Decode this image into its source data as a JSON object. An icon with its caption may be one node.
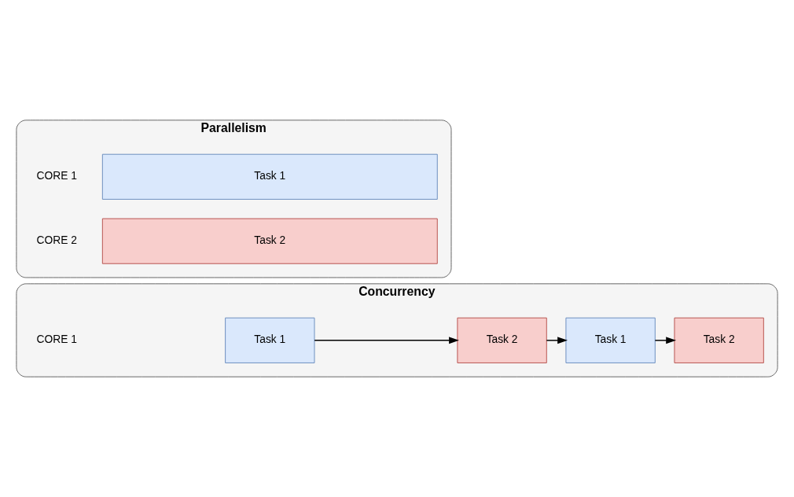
{
  "diagram": {
    "nodes": [
      {
        "text": [
          "Concurrency"
        ]
      },
      {
        "text": [
          "Task 1"
        ],
        "in": 0
      },
      {
        "text": [
          "Task 2"
        ],
        "in": 0
      },
      {
        "text": [
          "Task 1"
        ],
        "in": 0
      },
      {
        "text": [
          "Task 2"
        ],
        "in": 0
      },
      {
        "text": [
          "Parallelism"
        ]
      },
      {
        "text": [
          "Task 1"
        ],
        "in": 5
      },
      {
        "text": [
          "Task 2"
        ],
        "in": 5
      }
    ],
    "edges": [
      {
        "from": 1,
        "to": 2,
        "arrow": "to"
      },
      {
        "from": 2,
        "to": 3,
        "arrow": "to"
      },
      {
        "from": 3,
        "to": 4,
        "arrow": "to"
      }
    ],
    "labels": [
      "CORE 1",
      "CORE 1",
      "CORE 2"
    ]
  }
}
